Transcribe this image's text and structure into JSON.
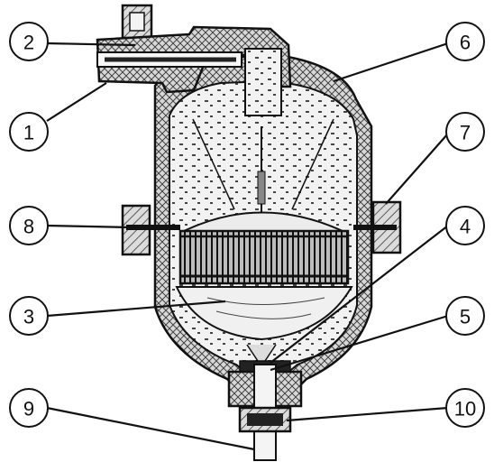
{
  "colors": {
    "body_fill": "#e4e4e4",
    "liquid_fill": "#f2f2f2",
    "outline": "#111111",
    "hatch": "#3a3a3a",
    "dark_band": "#222222"
  },
  "callouts": [
    {
      "id": "c1",
      "label": "1"
    },
    {
      "id": "c2",
      "label": "2"
    },
    {
      "id": "c3",
      "label": "3"
    },
    {
      "id": "c4",
      "label": "4"
    },
    {
      "id": "c5",
      "label": "5"
    },
    {
      "id": "c6",
      "label": "6"
    },
    {
      "id": "c7",
      "label": "7"
    },
    {
      "id": "c8",
      "label": "8"
    },
    {
      "id": "c9",
      "label": "9"
    },
    {
      "id": "c10",
      "label": "10"
    }
  ]
}
